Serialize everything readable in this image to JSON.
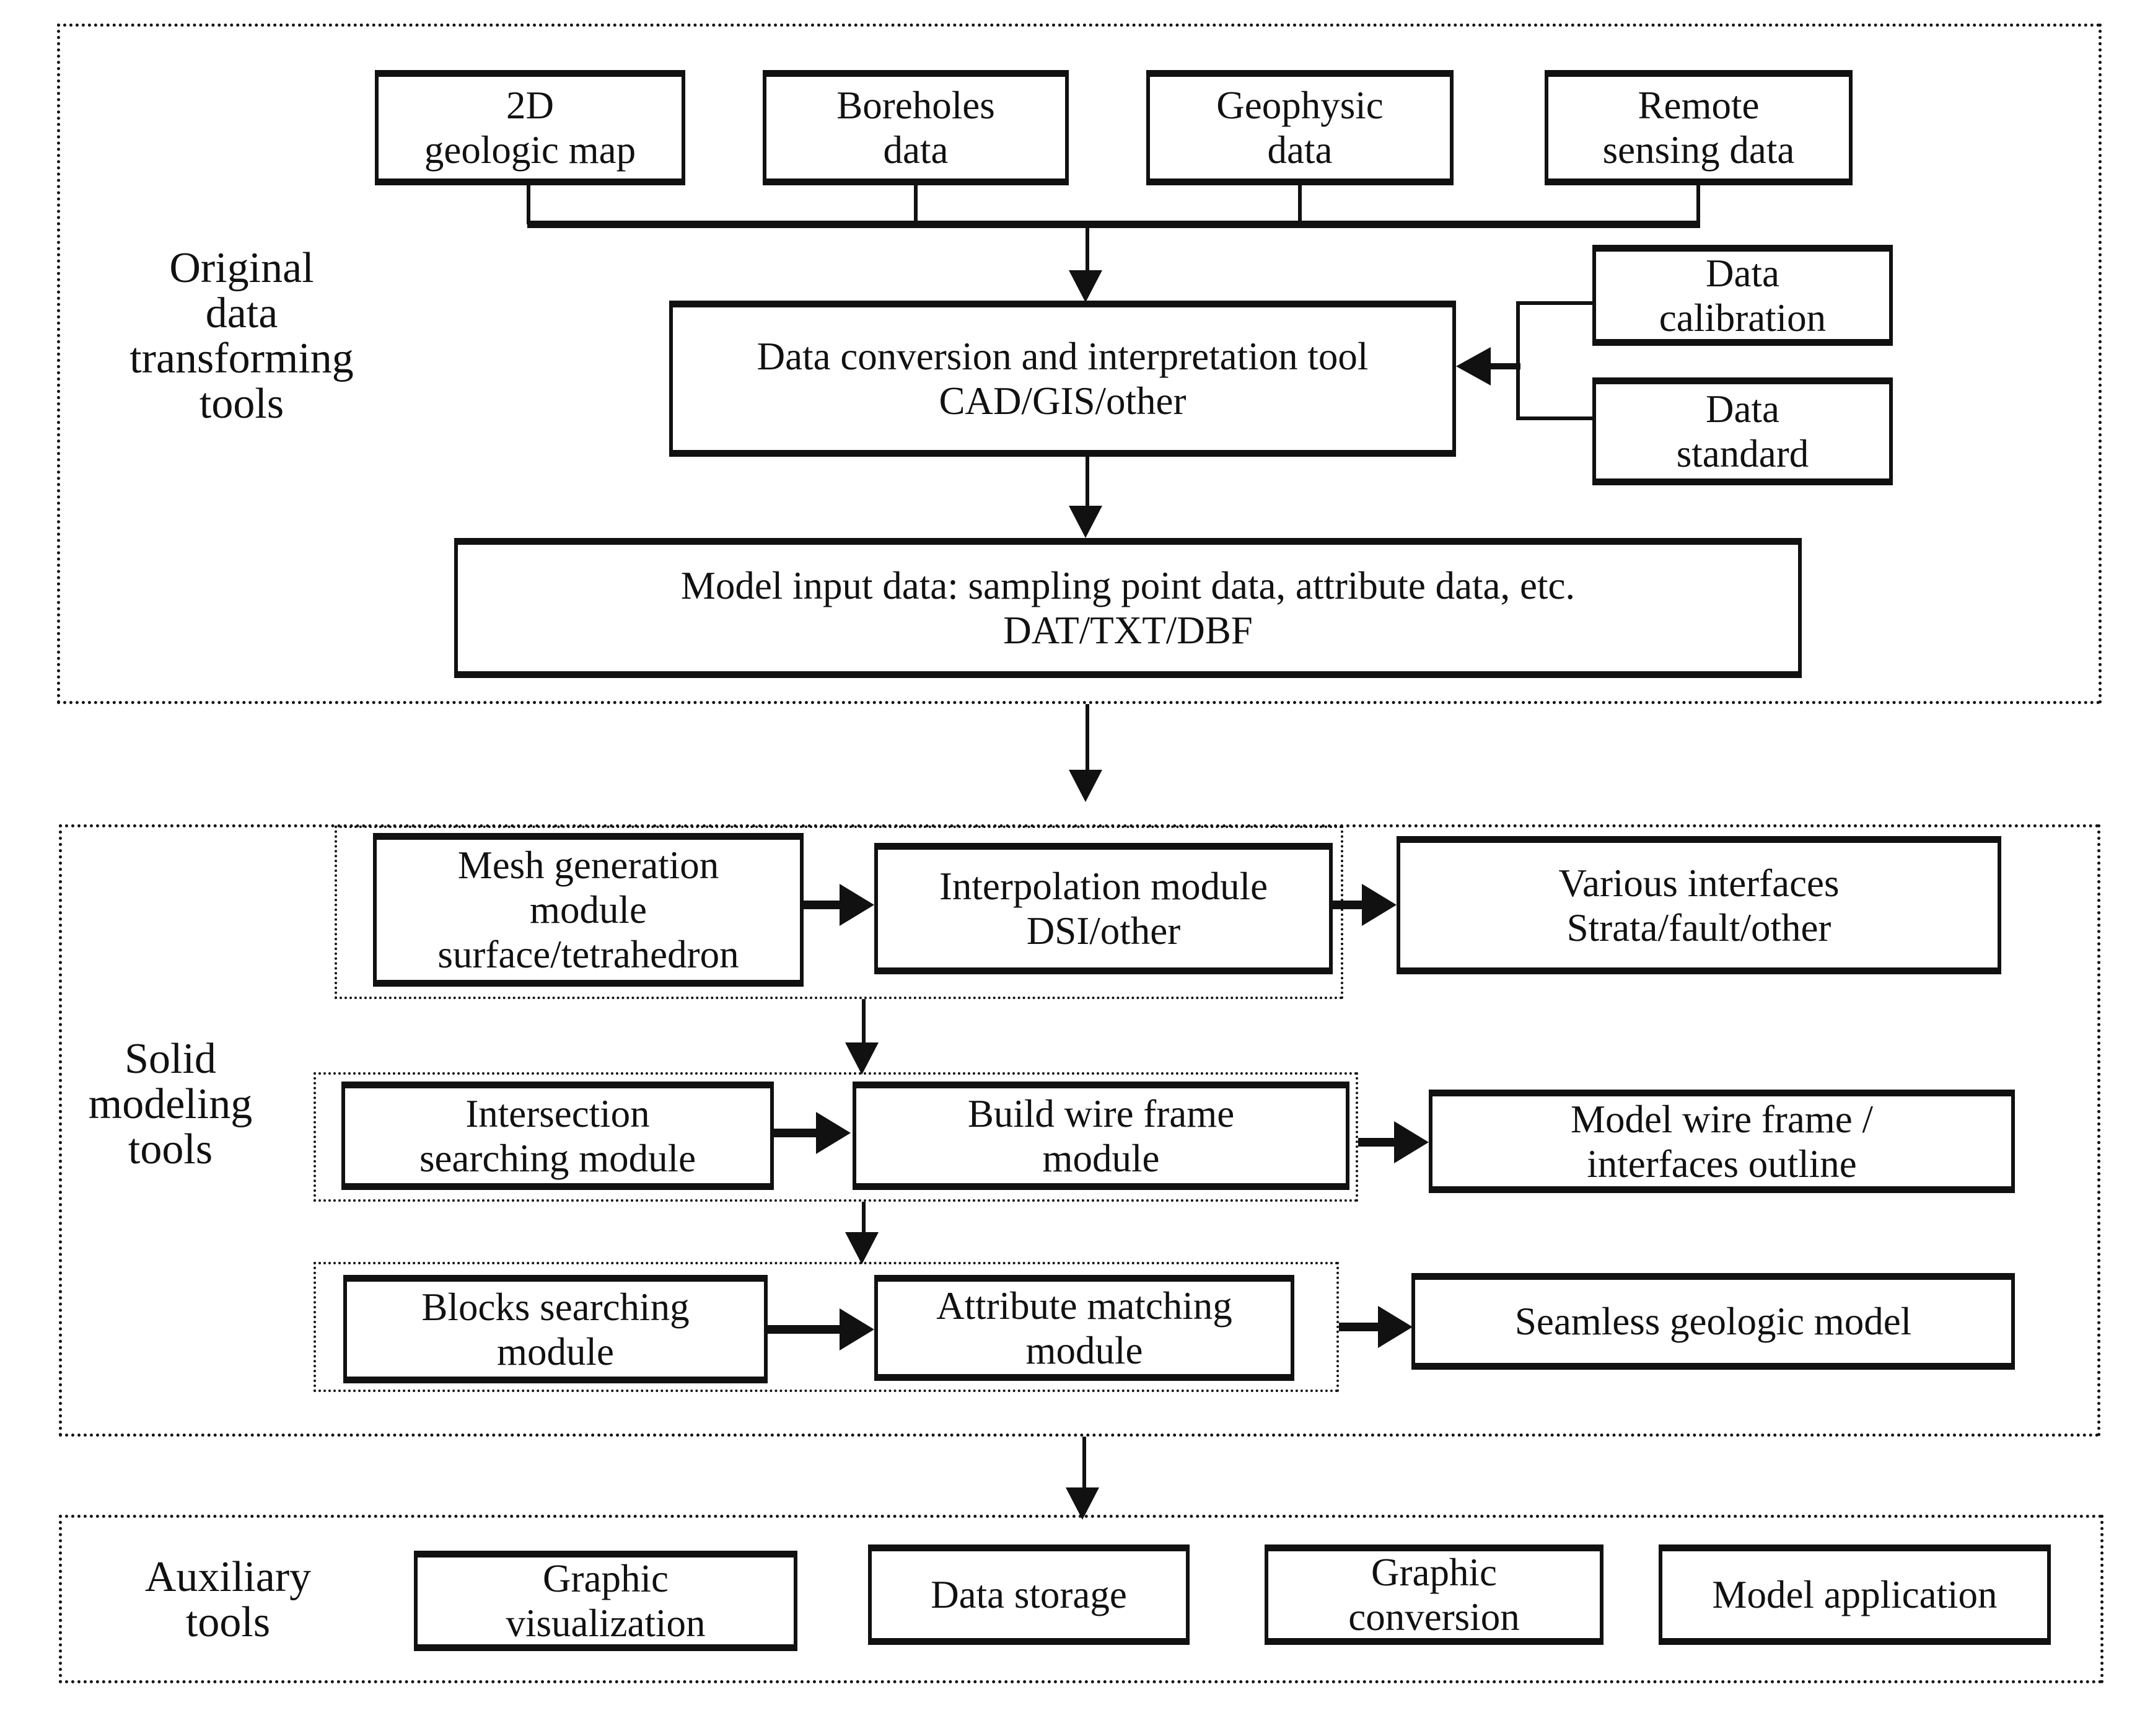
{
  "colors": {
    "ink": "#111111",
    "paper": "#ffffff"
  },
  "sections": {
    "original": {
      "lines": [
        "Original",
        "data",
        "transforming",
        "tools"
      ]
    },
    "solid": {
      "lines": [
        "Solid",
        "modeling",
        "tools"
      ]
    },
    "auxiliary": {
      "lines": [
        "Auxiliary",
        "tools"
      ]
    }
  },
  "boxes": {
    "geologic_map": {
      "lines": [
        "2D",
        "geologic map"
      ]
    },
    "boreholes": {
      "lines": [
        "Boreholes",
        "data"
      ]
    },
    "geophysic": {
      "lines": [
        "Geophysic",
        "data"
      ]
    },
    "remote_sensing": {
      "lines": [
        "Remote",
        "sensing data"
      ]
    },
    "conversion": {
      "lines": [
        "Data conversion and interpretation tool",
        "CAD/GIS/other"
      ]
    },
    "calibration": {
      "lines": [
        "Data",
        "calibration"
      ]
    },
    "standard": {
      "lines": [
        "Data",
        "standard"
      ]
    },
    "model_input": {
      "lines": [
        "Model input data: sampling point data, attribute data, etc.",
        "DAT/TXT/DBF"
      ]
    },
    "mesh": {
      "lines": [
        "Mesh generation",
        "module",
        "surface/tetrahedron"
      ]
    },
    "interpolation": {
      "lines": [
        "Interpolation module",
        "DSI/other"
      ]
    },
    "various_interfaces": {
      "lines": [
        "Various interfaces",
        "Strata/fault/other"
      ]
    },
    "intersection": {
      "lines": [
        "Intersection",
        "searching module"
      ]
    },
    "build_wire": {
      "lines": [
        "Build wire frame",
        "module"
      ]
    },
    "model_wire": {
      "lines": [
        "Model wire frame /",
        "interfaces outline"
      ]
    },
    "blocks": {
      "lines": [
        "Blocks searching",
        "module"
      ]
    },
    "attribute": {
      "lines": [
        "Attribute matching",
        "module"
      ]
    },
    "seamless": {
      "lines": [
        "Seamless geologic model"
      ]
    },
    "graphic_visualization": {
      "lines": [
        "Graphic",
        "visualization"
      ]
    },
    "data_storage": {
      "lines": [
        "Data storage"
      ]
    },
    "graphic_conversion": {
      "lines": [
        "Graphic",
        "conversion"
      ]
    },
    "model_application": {
      "lines": [
        "Model application"
      ]
    }
  }
}
